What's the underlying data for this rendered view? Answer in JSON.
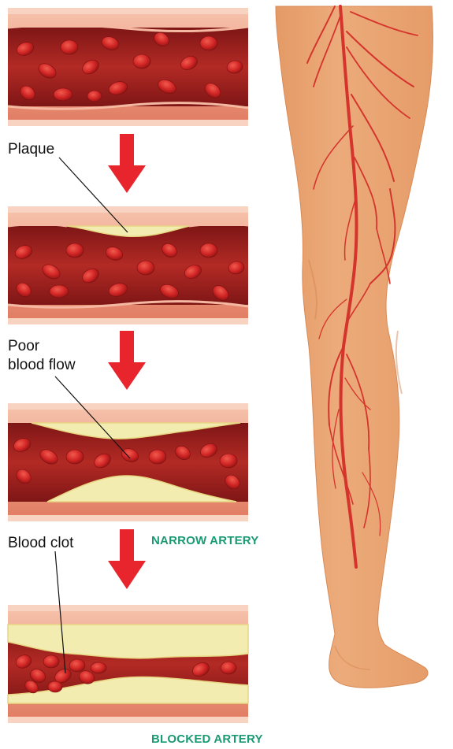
{
  "labels": {
    "plaque": "Plaque",
    "poor_flow_line1": "Poor",
    "poor_flow_line2": "blood flow",
    "blood_clot": "Blood clot"
  },
  "captions": {
    "narrow": "NARROW ARTERY",
    "blocked": "BLOCKED ARTERY"
  },
  "colors": {
    "caption": "#1a9a72",
    "arrow": "#e8242c",
    "vessel_wall": "#e9886e",
    "lumen": "#a62420",
    "plaque": "#f3ecb0",
    "blood_cell": "#cf2424",
    "skin": "#eaa472",
    "vein": "#d5342c"
  },
  "icons": [
    "artery-normal",
    "artery-plaque",
    "artery-narrow",
    "artery-blocked",
    "down-arrow-icon",
    "leg-illustration"
  ]
}
